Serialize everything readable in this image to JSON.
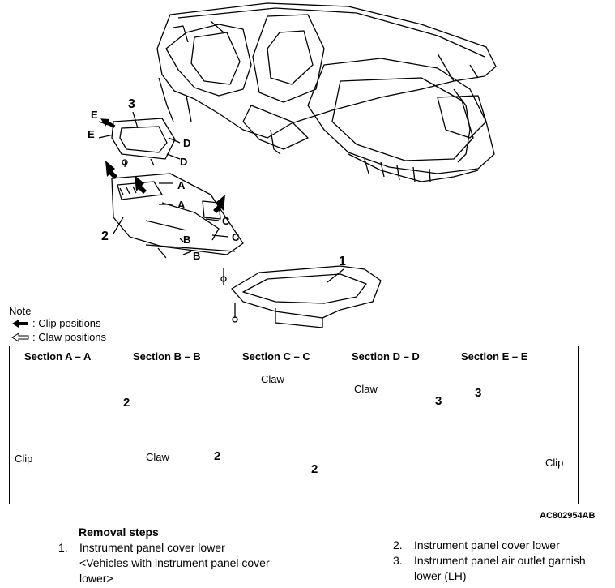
{
  "diagram": {
    "part_numbers": [
      "1",
      "2",
      "3"
    ],
    "section_letters": [
      "A",
      "B",
      "C",
      "D",
      "E"
    ],
    "note": {
      "title": "Note",
      "clip_legend": ": Clip positions",
      "claw_legend": ": Claw positions"
    },
    "sections": [
      {
        "title": "Section A – A",
        "labels": [
          "Clip"
        ],
        "number": "2"
      },
      {
        "title": "Section B – B",
        "labels": [
          "Claw"
        ],
        "number": "2"
      },
      {
        "title": "Section C – C",
        "labels": [
          "Claw"
        ],
        "number": "2"
      },
      {
        "title": "Section D – D",
        "labels": [
          "Claw"
        ],
        "number": "3"
      },
      {
        "title": "Section E – E",
        "labels": [
          "Clip"
        ],
        "number": "3"
      }
    ],
    "figure_code": "AC802954AB"
  },
  "removal": {
    "title": "Removal steps",
    "steps": [
      {
        "num": "1.",
        "text": "Instrument panel cover lower",
        "sub": "<Vehicles with instrument panel cover",
        "sub2": "lower>"
      },
      {
        "num": "2.",
        "text": "Instrument panel cover lower"
      },
      {
        "num": "3.",
        "text": "Instrument panel air outlet garnish",
        "text2": "lower (LH)"
      }
    ]
  }
}
